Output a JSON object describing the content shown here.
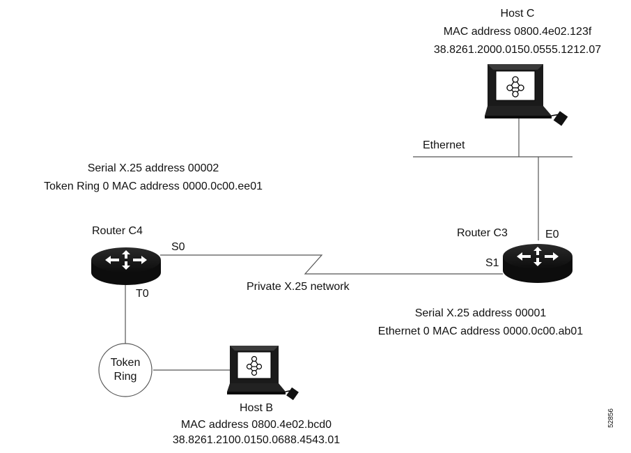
{
  "host_c": {
    "name": "Host C",
    "mac": "MAC address 0800.4e02.123f",
    "nsap": "38.8261.2000.0150.0555.1212.07"
  },
  "ethernet": {
    "label": "Ethernet"
  },
  "router_c4": {
    "name": "Router C4",
    "info_line1": "Serial X.25 address 00002",
    "info_line2": "Token Ring 0 MAC address 0000.0c00.ee01",
    "port_s0": "S0",
    "port_t0": "T0"
  },
  "router_c3": {
    "name": "Router C3",
    "port_e0": "E0",
    "port_s1": "S1",
    "info_line1": "Serial X.25 address 00001",
    "info_line2": "Ethernet 0 MAC address 0000.0c00.ab01"
  },
  "network": {
    "label": "Private X.25 network"
  },
  "token_ring": {
    "line1": "Token",
    "line2": "Ring"
  },
  "host_b": {
    "name": "Host B",
    "mac": "MAC address 0800.4e02.bcd0",
    "nsap": "38.8261.2100.0150.0688.4543.01"
  },
  "figure_id": "52856",
  "colors": {
    "ink": "#111111",
    "device": "#1a1a1a",
    "screen": "#ffffff"
  }
}
